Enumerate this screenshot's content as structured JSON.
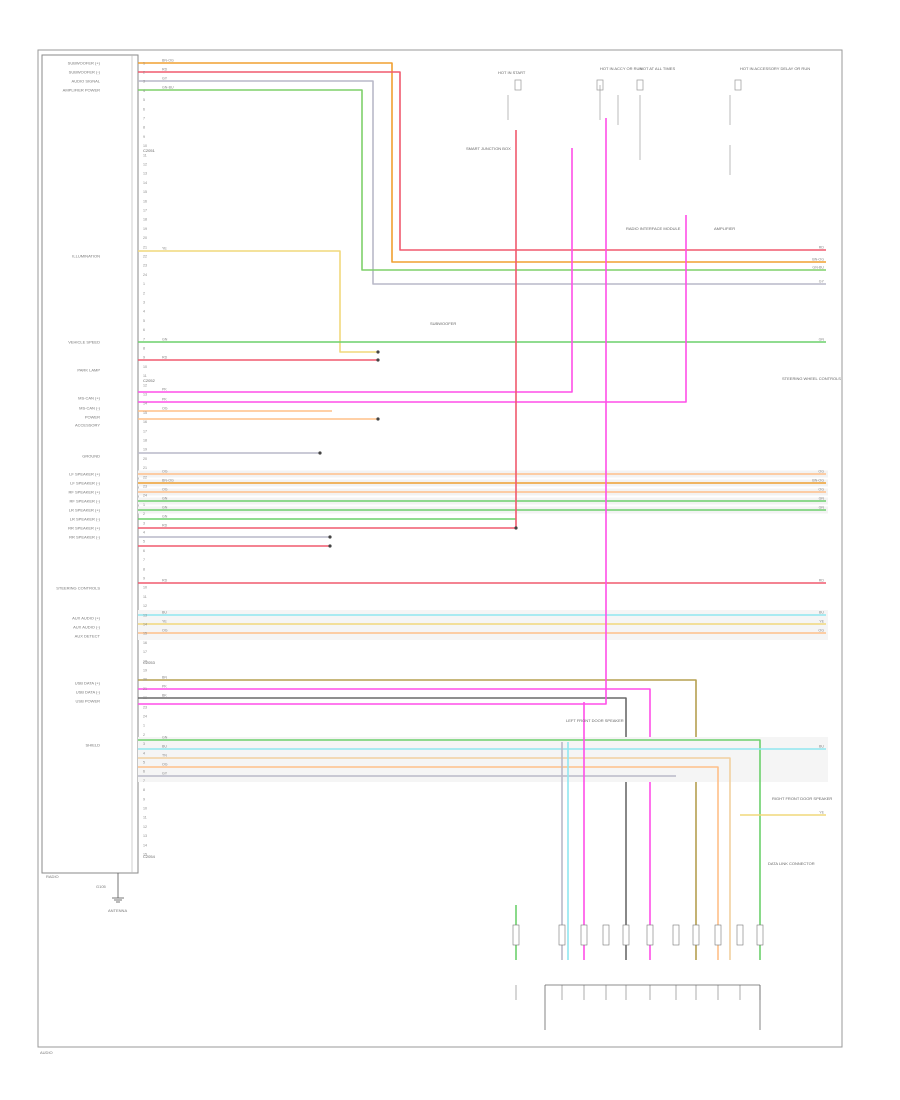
{
  "diagram": {
    "footer_code": "AUDIO",
    "module_name": "RADIO",
    "ground_label": "G105",
    "antenna_label": "ANTENNA",
    "connector_labels": [
      "C2051",
      "C2052",
      "C2053",
      "C2054"
    ],
    "annotations": [
      "HOT IN START",
      "HOT IN ACCY OR RUN",
      "HOT AT ALL TIMES",
      "HOT IN ACCESSORY DELAY OR RUN",
      "SMART JUNCTION BOX",
      "RADIO INTERFACE MODULE",
      "AMPLIFIER",
      "SUBWOOFER",
      "STEERING WHEEL CONTROLS",
      "LEFT FRONT DOOR SPEAKER",
      "RIGHT FRONT DOOR SPEAKER",
      "DATA LINK CONNECTOR"
    ],
    "left_labels": [
      "SUBWOOFER (+)",
      "SUBWOOFER (-)",
      "AUDIO SIGNAL",
      "AMPLIFIER POWER",
      "ILLUMINATION",
      "VEHICLE SPEED",
      "PARK LAMP",
      "MS-CAN (+)",
      "MS-CAN (-)",
      "POWER",
      "ACCESSORY",
      "GROUND",
      "LF SPEAKER (+)",
      "LF SPEAKER (-)",
      "RF SPEAKER (+)",
      "RF SPEAKER (-)",
      "LR SPEAKER (+)",
      "LR SPEAKER (-)",
      "RR SPEAKER (+)",
      "RR SPEAKER (-)",
      "STEERING CONTROLS",
      "AUX AUDIO (+)",
      "AUX AUDIO (-)",
      "AUX DETECT",
      "USB DATA (+)",
      "USB DATA (-)",
      "USB POWER",
      "SHIELD"
    ],
    "wires": [
      {
        "color_code": "BN-OG",
        "hex": "#f0a030"
      },
      {
        "color_code": "RD",
        "hex": "#f05a6e"
      },
      {
        "color_code": "GY",
        "hex": "#b9b9c8"
      },
      {
        "color_code": "GN-BU",
        "hex": "#7ed06a"
      },
      {
        "color_code": "YE",
        "hex": "#f1d87c"
      },
      {
        "color_code": "VT",
        "hex": "#d27ae8"
      },
      {
        "color_code": "PK",
        "hex": "#ff4fe8"
      },
      {
        "color_code": "OG",
        "hex": "#ffc089"
      },
      {
        "color_code": "GN",
        "hex": "#6cd06c"
      },
      {
        "color_code": "BU",
        "hex": "#90e6f0"
      },
      {
        "color_code": "BK",
        "hex": "#6a6a6a"
      },
      {
        "color_code": "BN",
        "hex": "#b5a050"
      },
      {
        "color_code": "TN",
        "hex": "#f1d0a0"
      }
    ]
  }
}
